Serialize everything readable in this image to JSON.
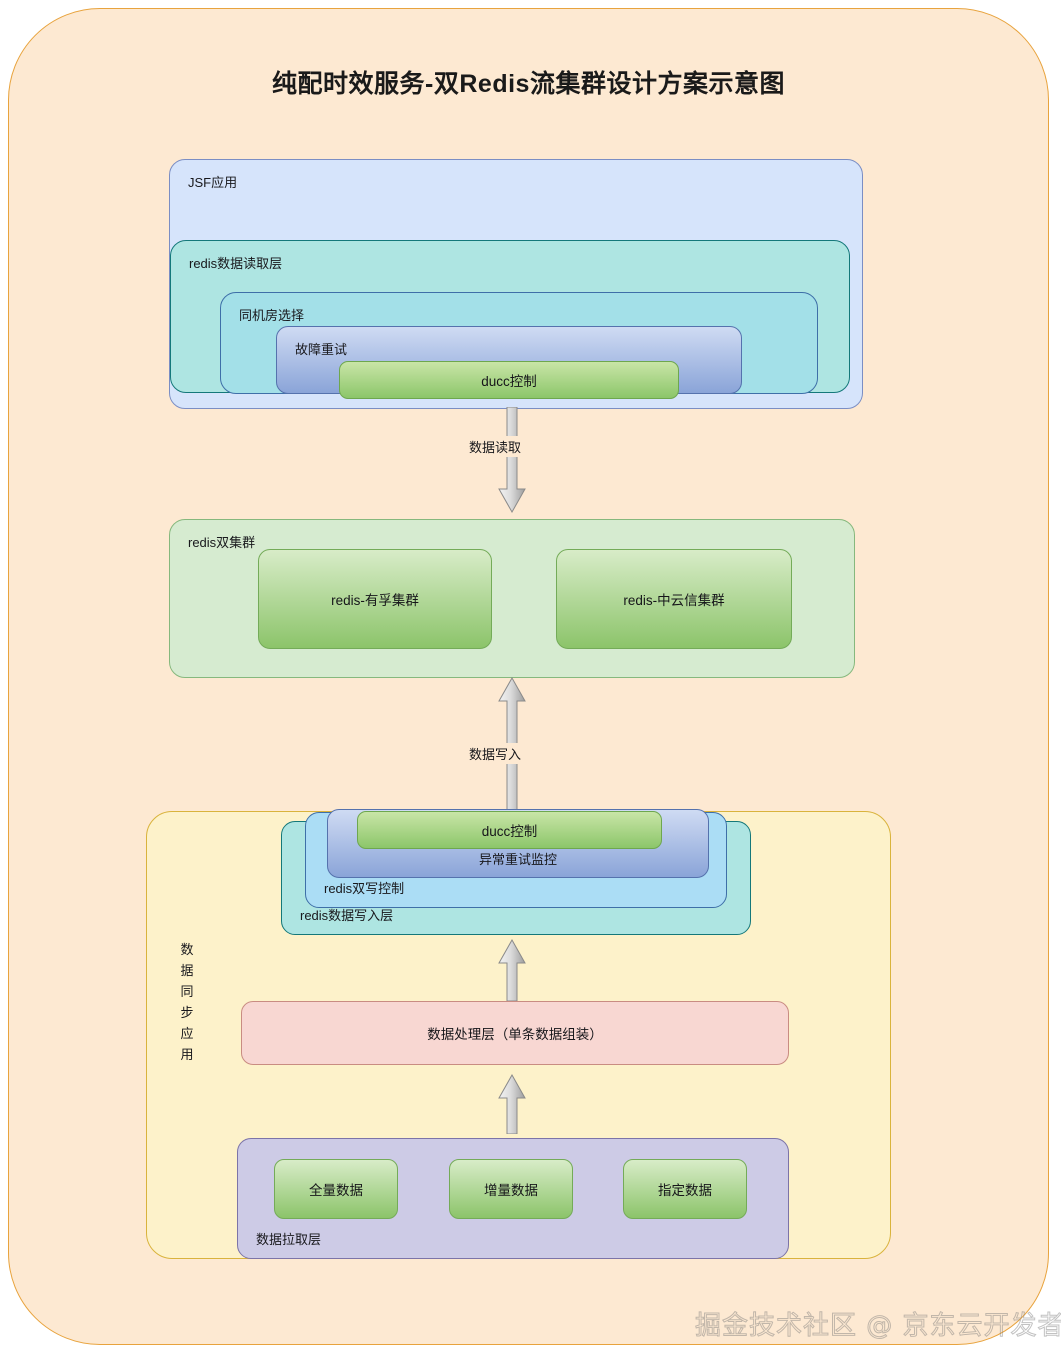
{
  "diagram": {
    "title": "纯配时效服务-双Redis流集群设计方案示意图",
    "watermark": "掘金技术社区 @ 京东云开发者"
  },
  "read_section": {
    "app_label": "JSF应用",
    "read_layer_label": "redis数据读取层",
    "same_idc_label": "同机房选择",
    "fault_retry_label": "故障重试",
    "ducc_label": "ducc控制"
  },
  "arrows": {
    "read_label": "数据读取",
    "write_label": "数据写入"
  },
  "cluster_section": {
    "container_label": "redis双集群",
    "clusters": [
      {
        "label": "redis-有孚集群"
      },
      {
        "label": "redis-中云信集群"
      }
    ]
  },
  "write_section": {
    "sync_app_label": "数据同步应用",
    "write_layer_label": "redis数据写入层",
    "dual_write_label": "redis双写控制",
    "abnormal_retry_label": "异常重试监控",
    "ducc_label": "ducc控制",
    "process_layer_label": "数据处理层（单条数据组装）",
    "pull_layer_label": "数据拉取层",
    "pull_items": [
      {
        "label": "全量数据"
      },
      {
        "label": "增量数据"
      },
      {
        "label": "指定数据"
      }
    ]
  },
  "colors": {
    "frame_bg": "#fde9d2",
    "frame_border": "#e8a33d",
    "jsf_blue": "#d6e4fb",
    "read_teal": "#aee5e2",
    "ducc_green": "#8cc66a",
    "cluster_green": "#d6ebd0",
    "sync_yellow": "#fdf2ca",
    "process_pink": "#f8d7d2",
    "pull_purple": "#cdcbe6",
    "arrow_gray": "#bdbdbd"
  }
}
